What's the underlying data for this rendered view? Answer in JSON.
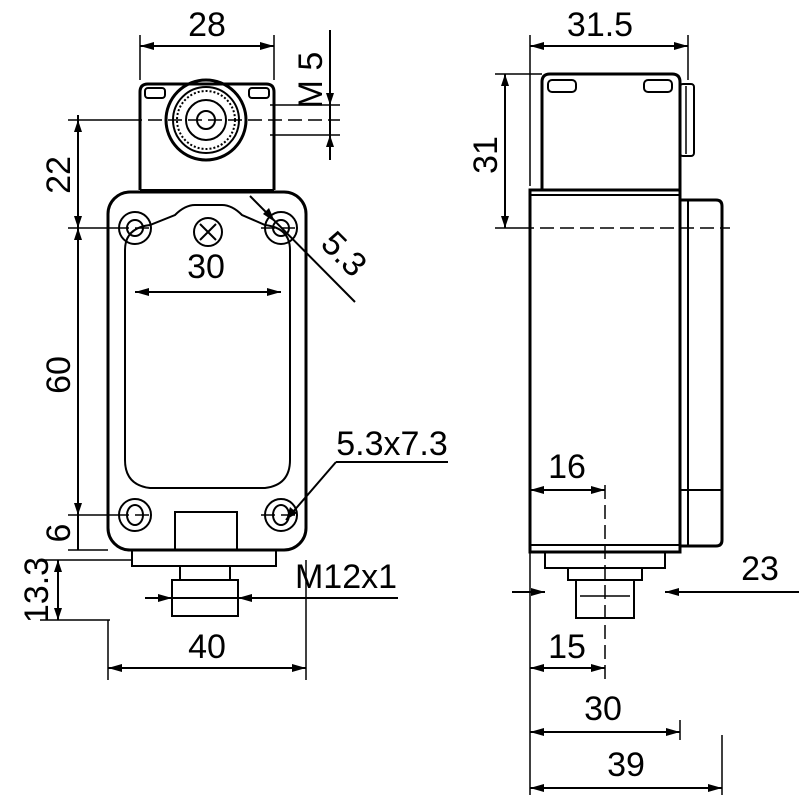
{
  "dimensions": {
    "front_width_top": "28",
    "thread_top": "M 5",
    "height_roller": "22",
    "hole_spacing": "30",
    "hole_dia": "5.3",
    "body_height": "60",
    "slot": "5.3x7.3",
    "bottom_offset": "6",
    "connector_length": "13.3",
    "connector_thread": "M12x1",
    "front_width": "40",
    "side_width_top": "31.5",
    "side_height_top": "31",
    "side_offset": "16",
    "side_right": "23",
    "side_connector": "15",
    "side_width_30": "30",
    "side_width_39": "39"
  }
}
